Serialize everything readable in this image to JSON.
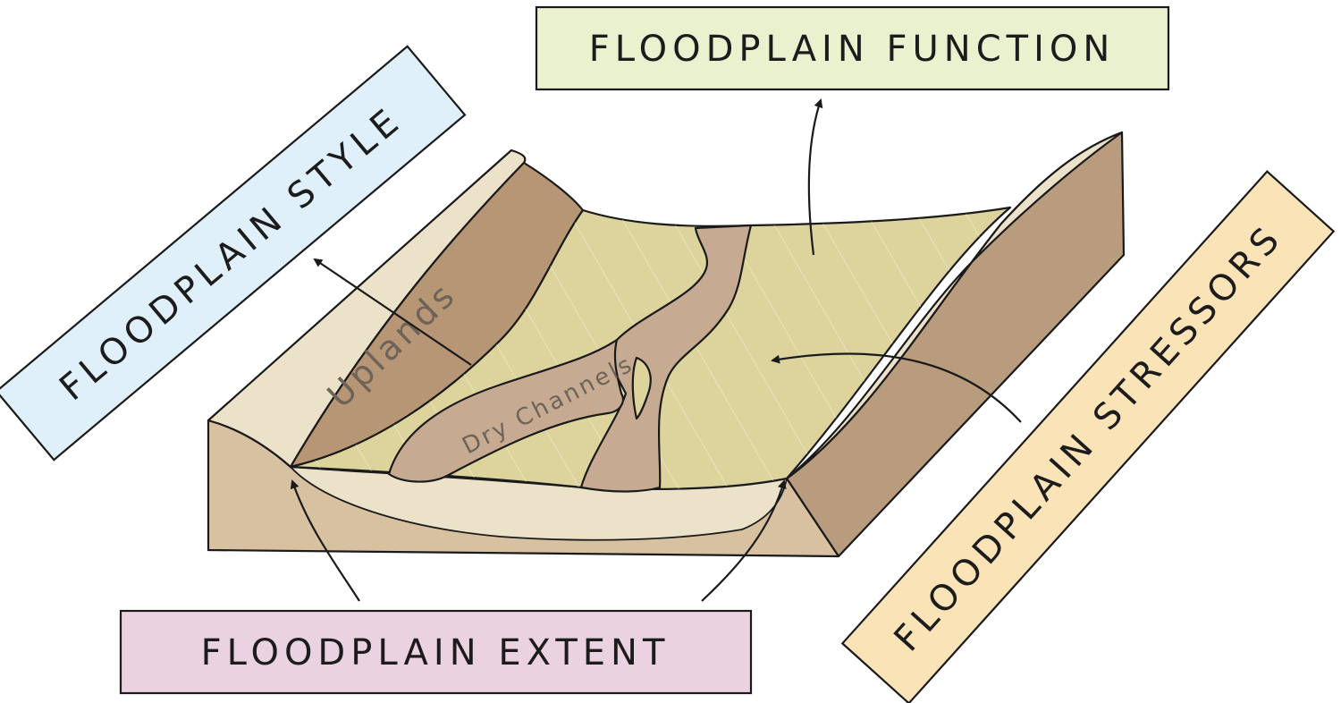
{
  "labels": {
    "function": "FLOODPLAIN FUNCTION",
    "style": "FLOODPLAIN STYLE",
    "stressors": "FLOODPLAIN STRESSORS",
    "extent": "FLOODPLAIN EXTENT",
    "uplands": "Uplands",
    "dry_channels": "Dry Channels"
  },
  "colors": {
    "function_box": "#e9f1cf",
    "style_box": "#dff0fb",
    "stressors_box": "#fbe3b8",
    "extent_box": "#ead2e0",
    "floodplain": "#dcd49c",
    "channel": "#c7aa92",
    "upland_slope": "#b79676",
    "upland_top": "#ebe2c9",
    "block_side": "#d7c1a0",
    "block_right": "#b89c7d"
  }
}
